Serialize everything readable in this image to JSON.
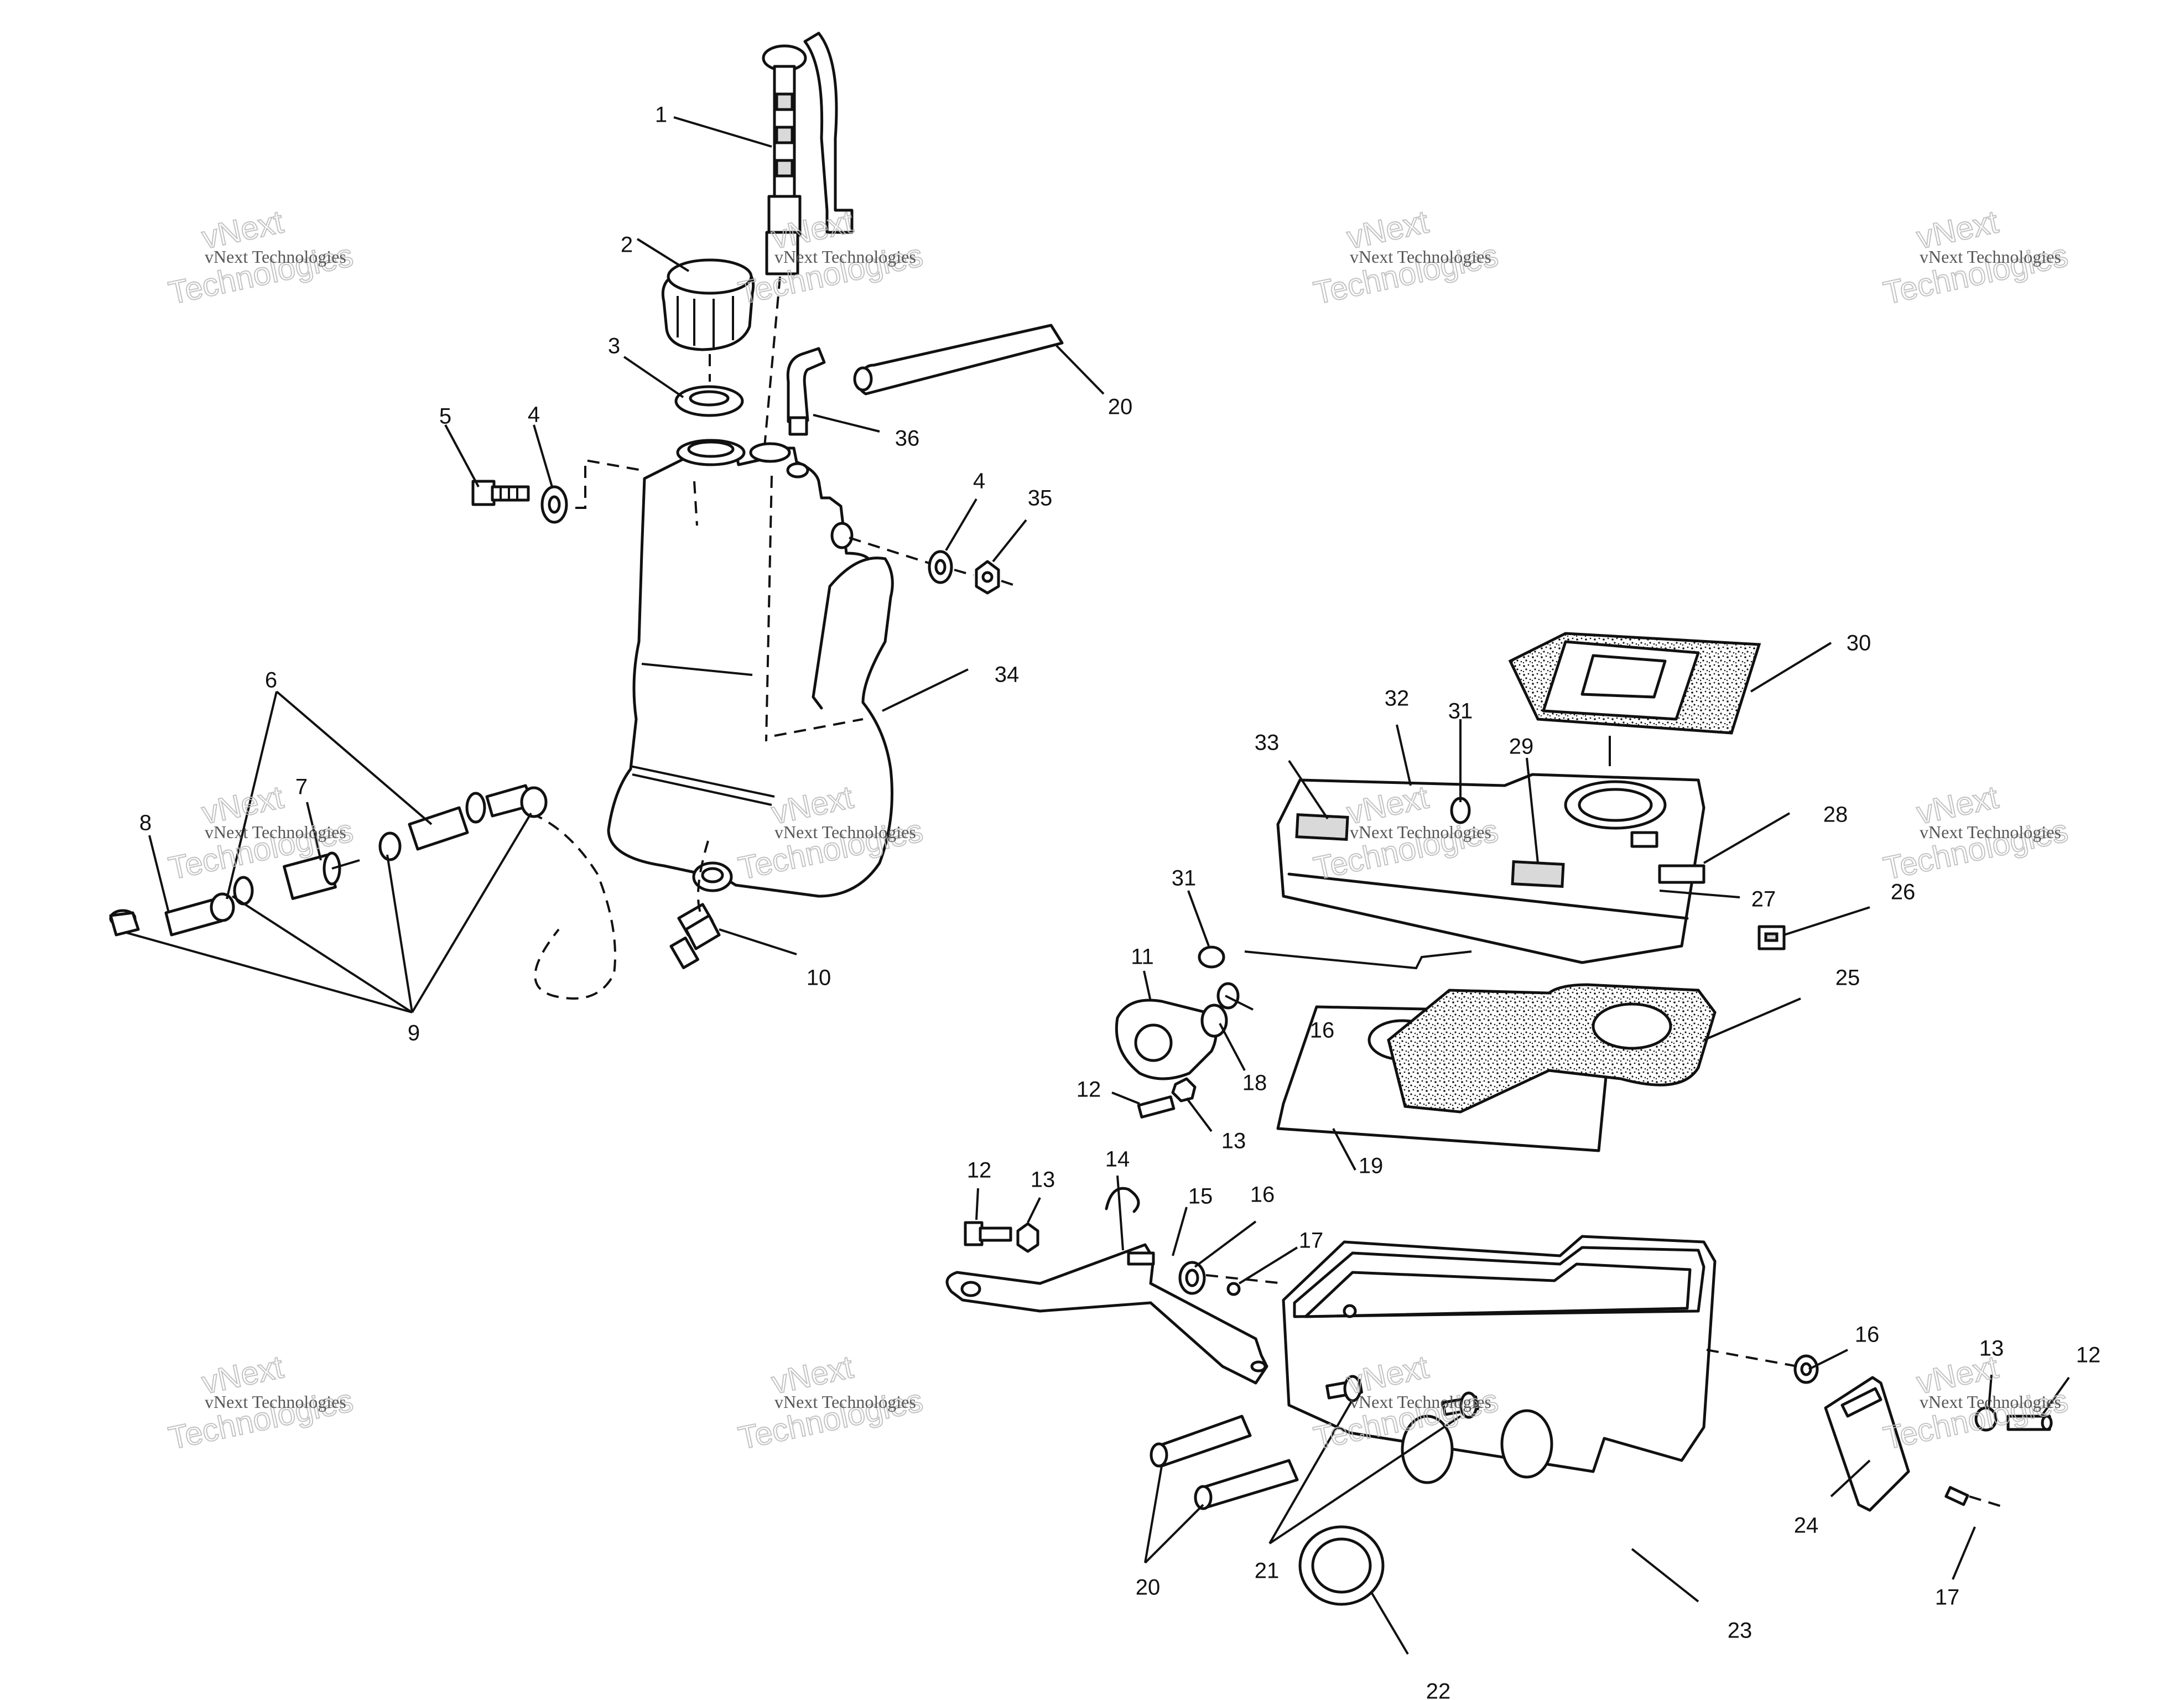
{
  "callouts": {
    "c1": "1",
    "c2": "2",
    "c3": "3",
    "c4a": "4",
    "c4b": "4",
    "c5": "5",
    "c6": "6",
    "c7": "7",
    "c8": "8",
    "c9": "9",
    "c10": "10",
    "c11": "11",
    "c12a": "12",
    "c12b": "12",
    "c12c": "12",
    "c13a": "13",
    "c13b": "13",
    "c13c": "13",
    "c14": "14",
    "c15": "15",
    "c16a": "16",
    "c16b": "16",
    "c16c": "16",
    "c17a": "17",
    "c17b": "17",
    "c18": "18",
    "c19": "19",
    "c20a": "20",
    "c20b": "20",
    "c21": "21",
    "c22": "22",
    "c23": "23",
    "c24": "24",
    "c25": "25",
    "c26": "26",
    "c27": "27",
    "c28": "28",
    "c29": "29",
    "c30": "30",
    "c31a": "31",
    "c31b": "31",
    "c32": "32",
    "c33": "33",
    "c34": "34",
    "c35": "35",
    "c36": "36"
  },
  "watermark": {
    "brand_line1": "vNext",
    "brand_line2": "Technologies",
    "label": "vNext Technologies"
  }
}
